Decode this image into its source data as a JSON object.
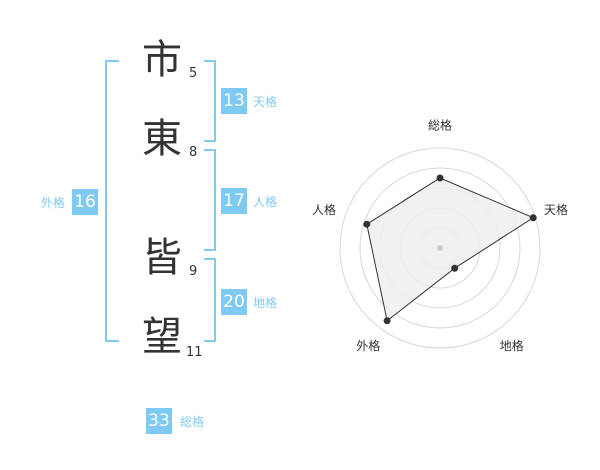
{
  "name": {
    "chars": [
      "市",
      "東",
      "皆",
      "望"
    ],
    "strokes": [
      "5",
      "8",
      "9",
      "11"
    ]
  },
  "fortunes": {
    "tenkaku": {
      "value": "13",
      "label": "天格"
    },
    "jinkaku": {
      "value": "17",
      "label": "人格"
    },
    "chikaku": {
      "value": "20",
      "label": "地格"
    },
    "gaikaku": {
      "value": "16",
      "label": "外格"
    },
    "soukaku": {
      "value": "33",
      "label": "総格"
    }
  },
  "colors": {
    "accent": "#7fcaf2",
    "text": "#333333",
    "grid": "#d8d8d8",
    "fill": "#efefef"
  },
  "chart_data": {
    "type": "radar",
    "categories": [
      "総格",
      "天格",
      "地格",
      "外格",
      "人格"
    ],
    "values": [
      0.7,
      0.98,
      0.25,
      0.9,
      0.77
    ],
    "rmax": 1,
    "rings": 5
  }
}
